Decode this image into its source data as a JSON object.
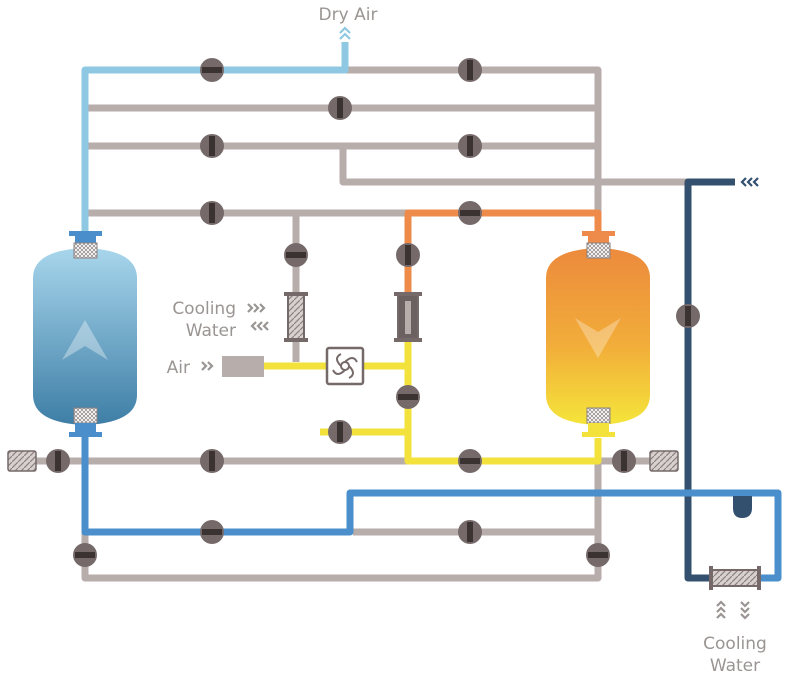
{
  "labels": {
    "dry_air": "Dry Air",
    "cooling_water_left_1": "Cooling",
    "cooling_water_left_2": "Water",
    "air": "Air",
    "cooling_water_bottom_1": "Cooling",
    "cooling_water_bottom_2": "Water"
  },
  "colors": {
    "pipe_gray": "#b7adab",
    "pipe_light_blue": "#8ec8e2",
    "pipe_blue": "#4a8fcc",
    "pipe_dark_blue": "#34506f",
    "pipe_orange": "#ee8b4a",
    "pipe_yellow": "#f3e13c",
    "valve": "#756a69",
    "label": "#9a9593"
  },
  "icons": {
    "regenerating_vessel_arrow": "chevron-down-icon",
    "drying_vessel_arrow": "chevron-up-icon",
    "blower": "fan-icon"
  }
}
